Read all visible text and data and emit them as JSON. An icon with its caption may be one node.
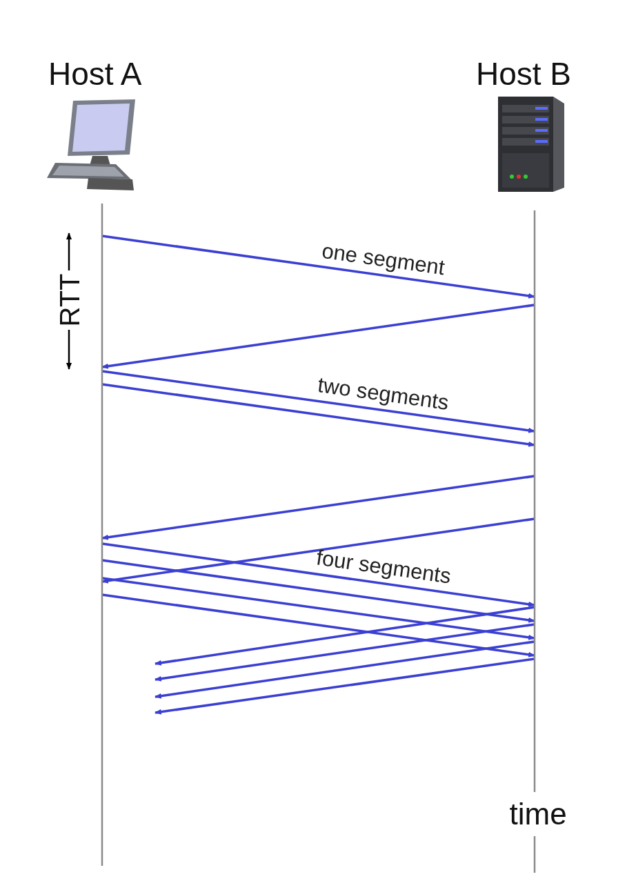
{
  "diagram": {
    "nodes": [
      {
        "text": [
          "Host A"
        ]
      },
      {
        "text": [
          "Host B"
        ]
      }
    ],
    "edges": [
      {
        "from": 0,
        "to": 1,
        "arrow": "to",
        "label": "one segment"
      },
      {
        "from": 1,
        "to": 0,
        "arrow": "to"
      },
      {
        "from": 0,
        "to": 1,
        "arrow": "to",
        "label": "two segments"
      },
      {
        "from": 0,
        "to": 1,
        "arrow": "to"
      },
      {
        "from": 1,
        "to": 0,
        "arrow": "to"
      },
      {
        "from": 1,
        "to": 0,
        "arrow": "to"
      },
      {
        "from": 0,
        "to": 1,
        "arrow": "to",
        "label": "four segments"
      },
      {
        "from": 0,
        "to": 1,
        "arrow": "to"
      },
      {
        "from": 0,
        "to": 1,
        "arrow": "to"
      },
      {
        "from": 0,
        "to": 1,
        "arrow": "to"
      },
      {
        "from": 1,
        "to": 0,
        "arrow": "to"
      },
      {
        "from": 1,
        "to": 0,
        "arrow": "to"
      },
      {
        "from": 1,
        "to": 0,
        "arrow": "to"
      },
      {
        "from": 1,
        "to": 0,
        "arrow": "to"
      }
    ],
    "labels": [
      "RTT",
      "time"
    ]
  }
}
